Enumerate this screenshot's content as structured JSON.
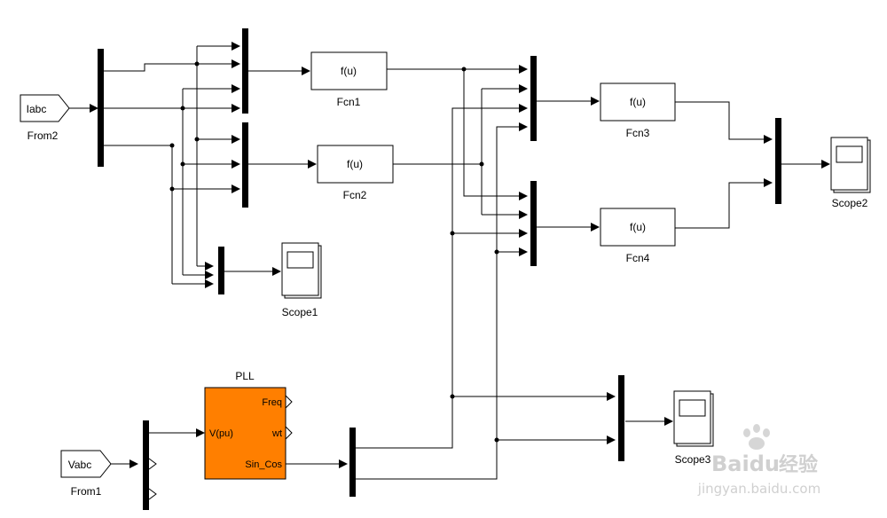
{
  "blocks": {
    "from2": {
      "text": "Iabc",
      "label": "From2"
    },
    "from1": {
      "text": "Vabc",
      "label": "From1"
    },
    "fcn1": {
      "text": "f(u)",
      "label": "Fcn1"
    },
    "fcn2": {
      "text": "f(u)",
      "label": "Fcn2"
    },
    "fcn3": {
      "text": "f(u)",
      "label": "Fcn3"
    },
    "fcn4": {
      "text": "f(u)",
      "label": "Fcn4"
    },
    "scope1": {
      "label": "Scope1"
    },
    "scope2": {
      "label": "Scope2"
    },
    "scope3": {
      "label": "Scope3"
    },
    "pll": {
      "title": "PLL",
      "inport": "V(pu)",
      "outports": [
        "Freq",
        "wt",
        "Sin_Cos"
      ]
    }
  },
  "colors": {
    "pll_fill": "#ff7f00",
    "mux": "#000000",
    "line": "#000000",
    "watermark": "#c8c8c8"
  },
  "watermark": {
    "brand": "Baidu",
    "brand_cn": "经验",
    "url": "jingyan.baidu.com"
  }
}
